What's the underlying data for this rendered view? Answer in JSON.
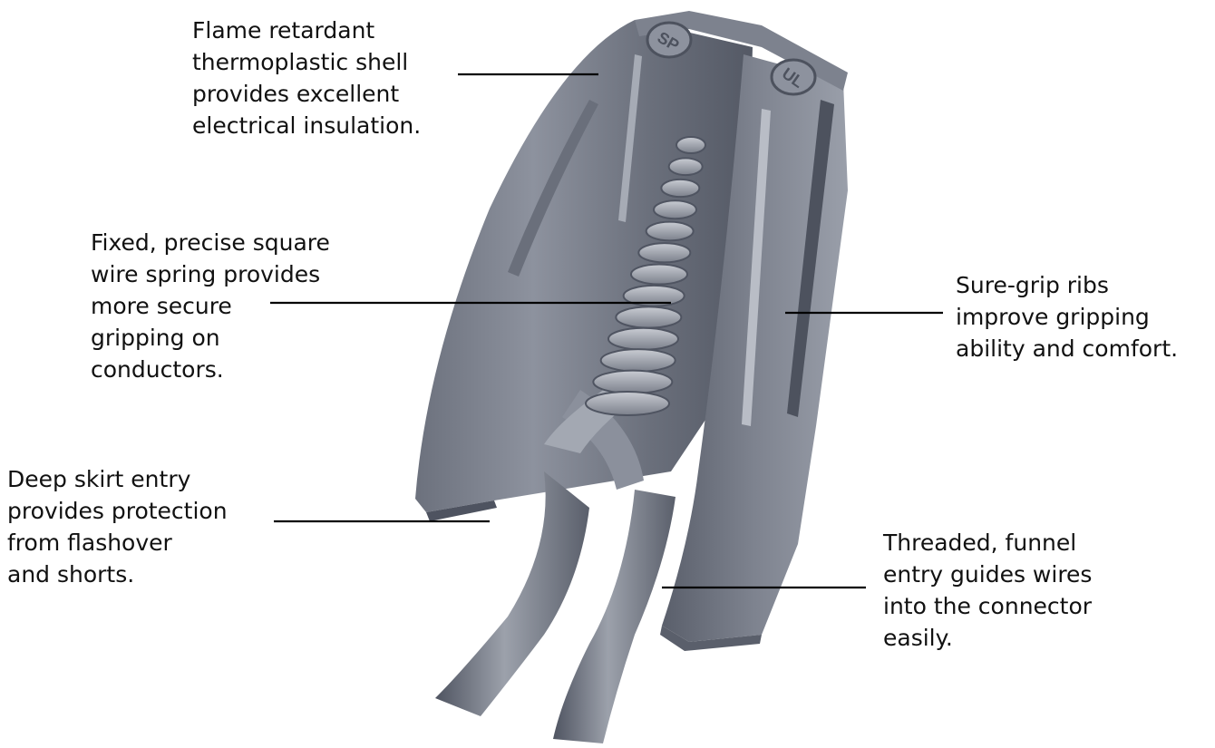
{
  "callouts": {
    "shell": {
      "lines": [
        "Flame retardant",
        "thermoplastic shell",
        "provides excellent",
        "electrical insulation."
      ]
    },
    "spring": {
      "lines": [
        "Fixed, precise square",
        "wire spring provides",
        "more secure",
        "gripping on",
        "conductors."
      ]
    },
    "ribs": {
      "lines": [
        "Sure-grip ribs",
        "improve gripping",
        "ability and comfort."
      ]
    },
    "skirt": {
      "lines": [
        "Deep skirt entry",
        "provides protection",
        "from flashover",
        "and shorts."
      ]
    },
    "funnel": {
      "lines": [
        "Threaded, funnel",
        "entry guides wires",
        "into the connector",
        "easily."
      ]
    }
  },
  "marks": {
    "csa": "SP",
    "ul": "UL"
  },
  "colors": {
    "shell_dark": "#5d626f",
    "shell_mid": "#8b909c",
    "shell_light": "#b4b8c2",
    "leader": "#000000"
  }
}
